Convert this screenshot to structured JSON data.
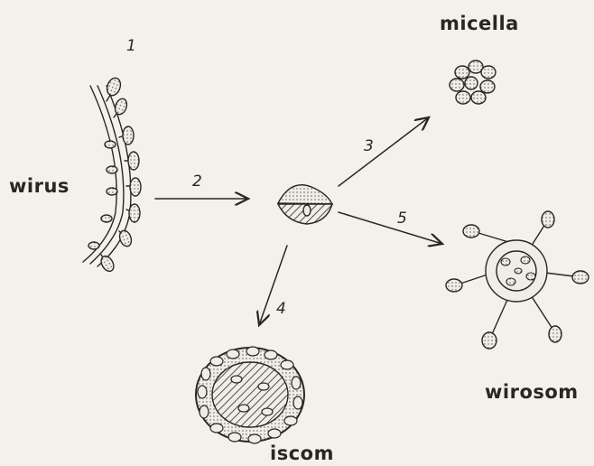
{
  "labels": {
    "virus": "wirus",
    "micelle": "micella",
    "iscom": "iscom",
    "virosome": "wirosom"
  },
  "steps": {
    "s1": "1",
    "s2": "2",
    "s3": "3",
    "s4": "4",
    "s5": "5"
  }
}
